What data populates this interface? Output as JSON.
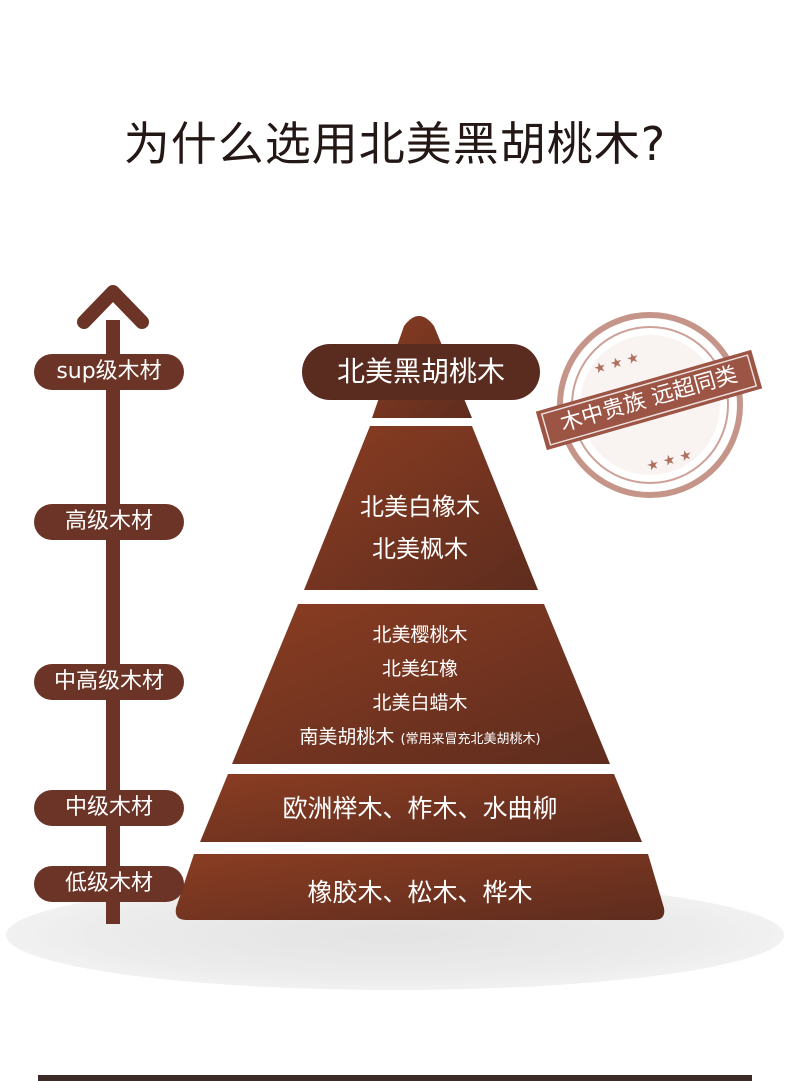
{
  "title": "为什么选用北美黑胡桃木?",
  "colors": {
    "axis": "#6b3426",
    "label_bg": "#6b3426",
    "pyramid_dark": "#5a2b1f",
    "pyramid_mid": "#7f3720",
    "stamp": "#b07060"
  },
  "grade_labels": [
    "sup级木材",
    "高级木材",
    "中高级木材",
    "中级木材",
    "低级木材"
  ],
  "pyramid": {
    "top": "北美黑胡桃木",
    "tier2": [
      "北美白橡木",
      "北美枫木"
    ],
    "tier3": [
      "北美樱桃木",
      "北美红橡",
      "北美白蜡木"
    ],
    "tier3_last": "南美胡桃木",
    "tier3_note": "(常用来冒充北美胡桃木)",
    "tier4": "欧洲榉木、柞木、水曲柳",
    "tier5": "橡胶木、松木、桦木"
  },
  "stamp": {
    "text": "木中贵族 远超同类"
  }
}
